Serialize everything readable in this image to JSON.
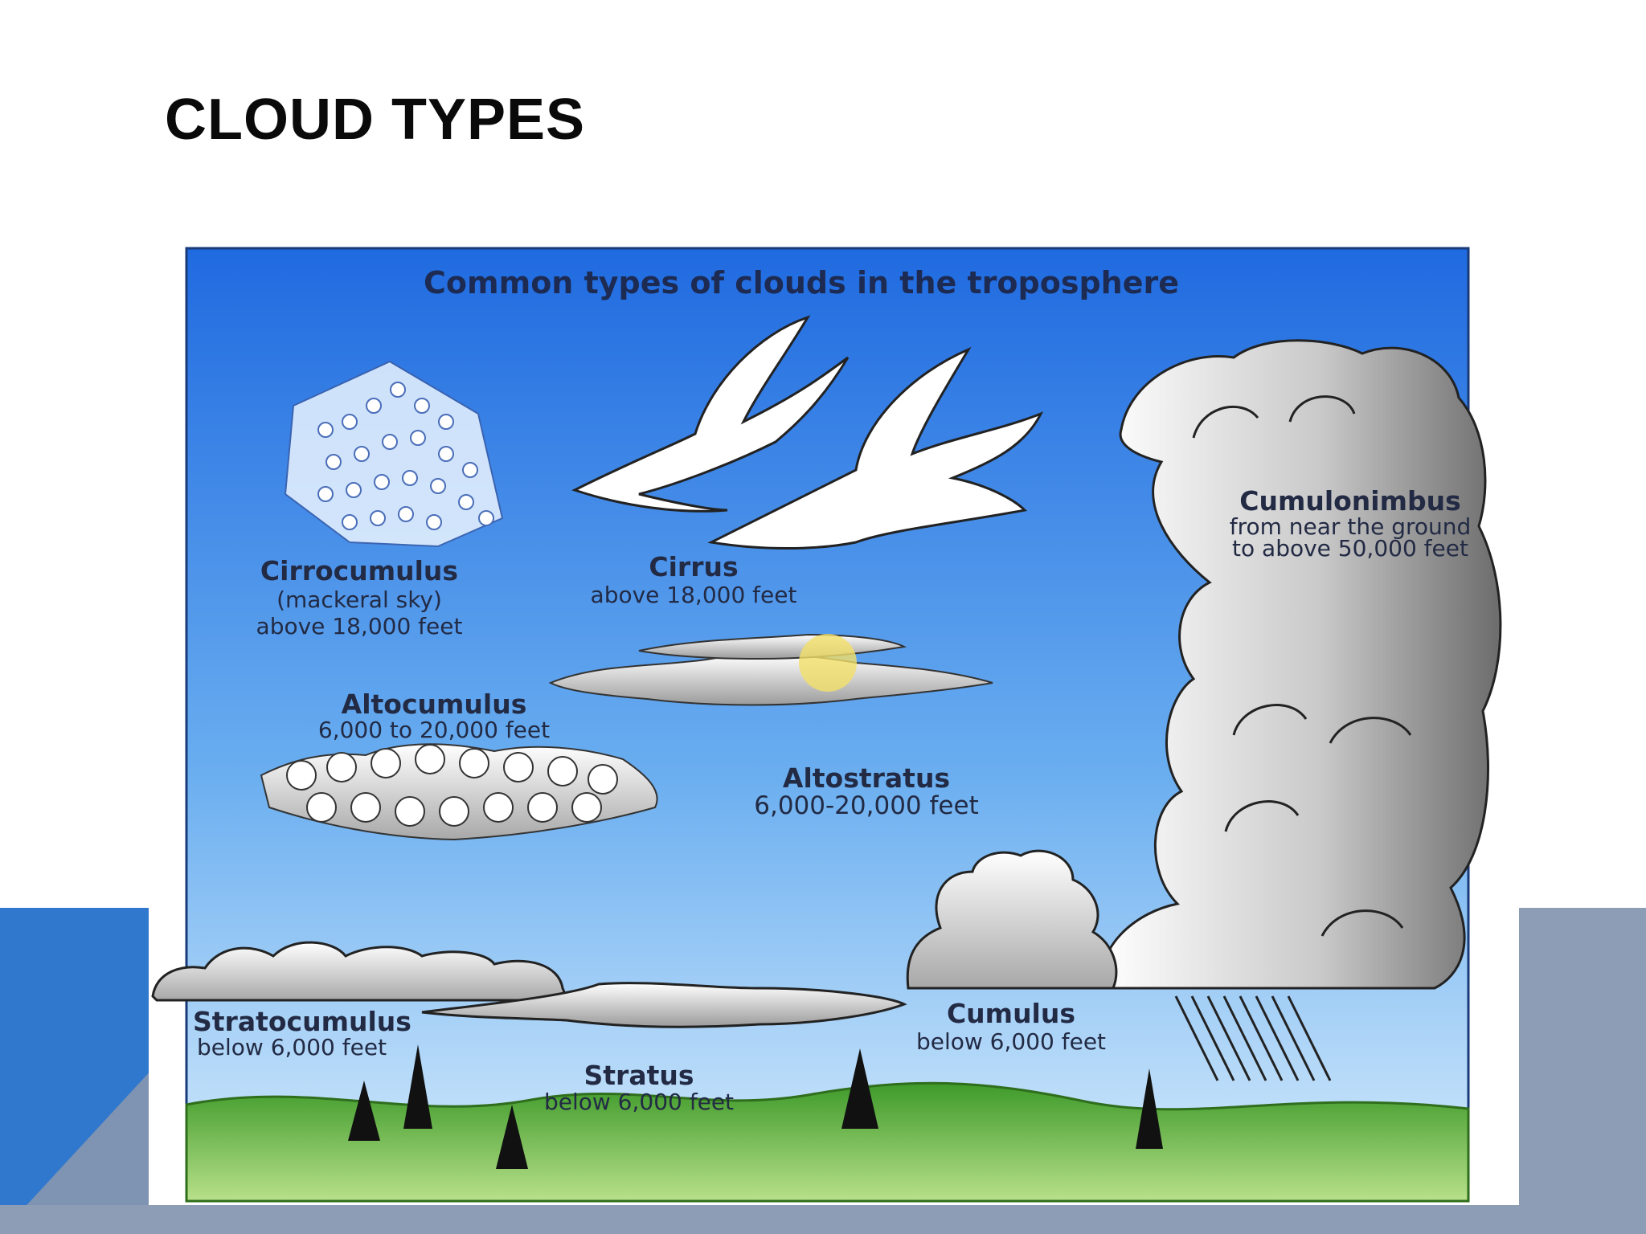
{
  "slide": {
    "title": "CLOUD TYPES"
  },
  "diagram": {
    "heading": "Common types of clouds in the troposphere",
    "clouds": {
      "cirrocumulus": {
        "name": "Cirrocumulus",
        "alias": "(mackeral sky)",
        "altitude": "above 18,000 feet"
      },
      "cirrus": {
        "name": "Cirrus",
        "altitude": "above 18,000 feet"
      },
      "cumulonimbus": {
        "name": "Cumulonimbus",
        "altitude_line1": "from near the ground",
        "altitude_line2": "to above 50,000 feet"
      },
      "altocumulus": {
        "name": "Altocumulus",
        "altitude": "6,000 to 20,000 feet"
      },
      "altostratus": {
        "name": "Altostratus",
        "altitude": "6,000-20,000 feet"
      },
      "stratocumulus": {
        "name": "Stratocumulus",
        "altitude": "below 6,000 feet"
      },
      "stratus": {
        "name": "Stratus",
        "altitude": "below 6,000 feet"
      },
      "cumulus": {
        "name": "Cumulus",
        "altitude": "below 6,000 feet"
      }
    }
  },
  "colors": {
    "sky_top": "#1f6ae0",
    "sky_bottom": "#cfe6fb",
    "ground": "#5bb33a",
    "accent_blue": "#2f78cd",
    "accent_slate": "#8d9db5"
  }
}
